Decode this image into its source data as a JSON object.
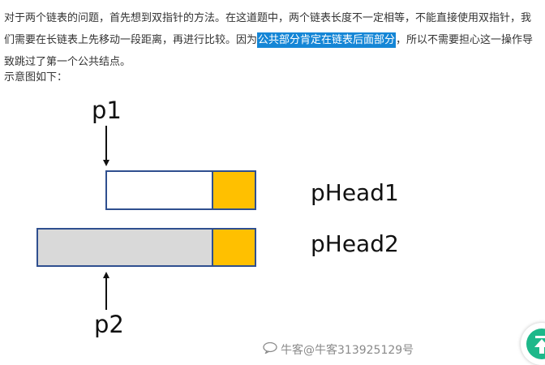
{
  "article": {
    "text_before": "对于两个链表的问题，首先想到双指针的方法。在这道题中，两个链表长度不一定相等，不能直接使用双指针，我们需要在长链表上先移动一段距离，再进行比较。因为",
    "highlight": "公共部分肯定在链表后面部分",
    "text_after": "，所以不需要担心这一操作导致跳过了第一个公共结点。",
    "caption": "示意图如下："
  },
  "diagram": {
    "pointer1_label": "p1",
    "pointer2_label": "p2",
    "list1_label": "pHead1",
    "list2_label": "pHead2",
    "colors": {
      "border": "#2f4f8f",
      "common_node": "#ffc000",
      "long_list_fill": "#d9d9d9",
      "short_list_fill": "#ffffff"
    }
  },
  "watermark": {
    "text": "牛客@牛客313925129号",
    "icon": "chat-bubble-icon"
  },
  "back_to_top": {
    "icon": "arrow-up-icon",
    "color": "#1db88a"
  }
}
